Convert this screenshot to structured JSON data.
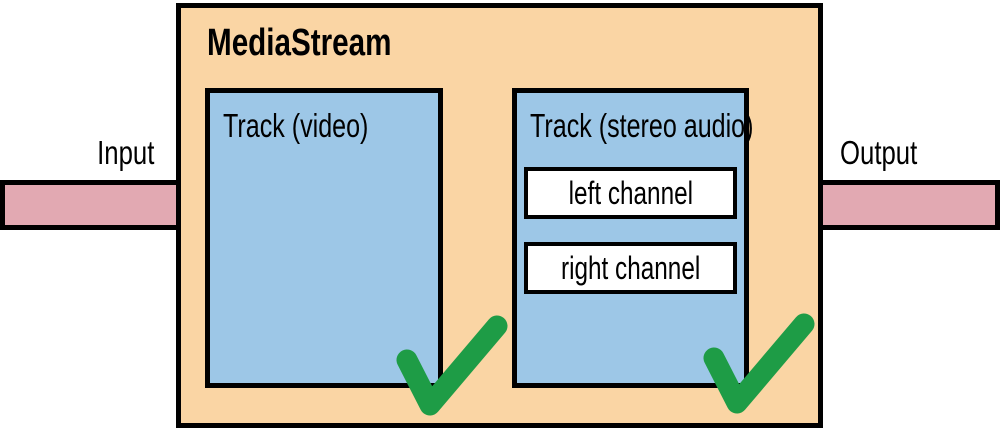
{
  "diagram": {
    "title": "MediaStream",
    "input_label": "Input",
    "output_label": "Output",
    "tracks": [
      {
        "label": "Track (video)",
        "channels": []
      },
      {
        "label": "Track (stereo audio)",
        "channels": [
          "left channel",
          "right channel"
        ]
      }
    ]
  },
  "colors": {
    "container_bg": "#FAD5A4",
    "track_bg": "#9DC7E7",
    "channel_bg": "#FFFFFF",
    "port_bg": "#E2A9B2",
    "border": "#000000",
    "check": "#1E9C46",
    "text": "#000000"
  }
}
